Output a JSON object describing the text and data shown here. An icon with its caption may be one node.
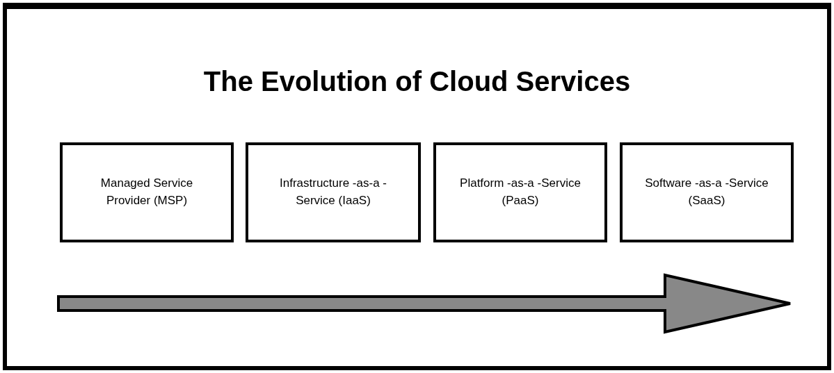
{
  "diagram": {
    "title": "The Evolution of Cloud Services",
    "nodes": [
      {
        "text": [
          "Managed Service Provider (MSP)"
        ]
      },
      {
        "text": [
          "Infrastructure -as-a -Service (IaaS)"
        ]
      },
      {
        "text": [
          "Platform -as-a -Service (PaaS)"
        ]
      },
      {
        "text": [
          "Software -as-a -Service (SaaS)"
        ]
      }
    ]
  }
}
